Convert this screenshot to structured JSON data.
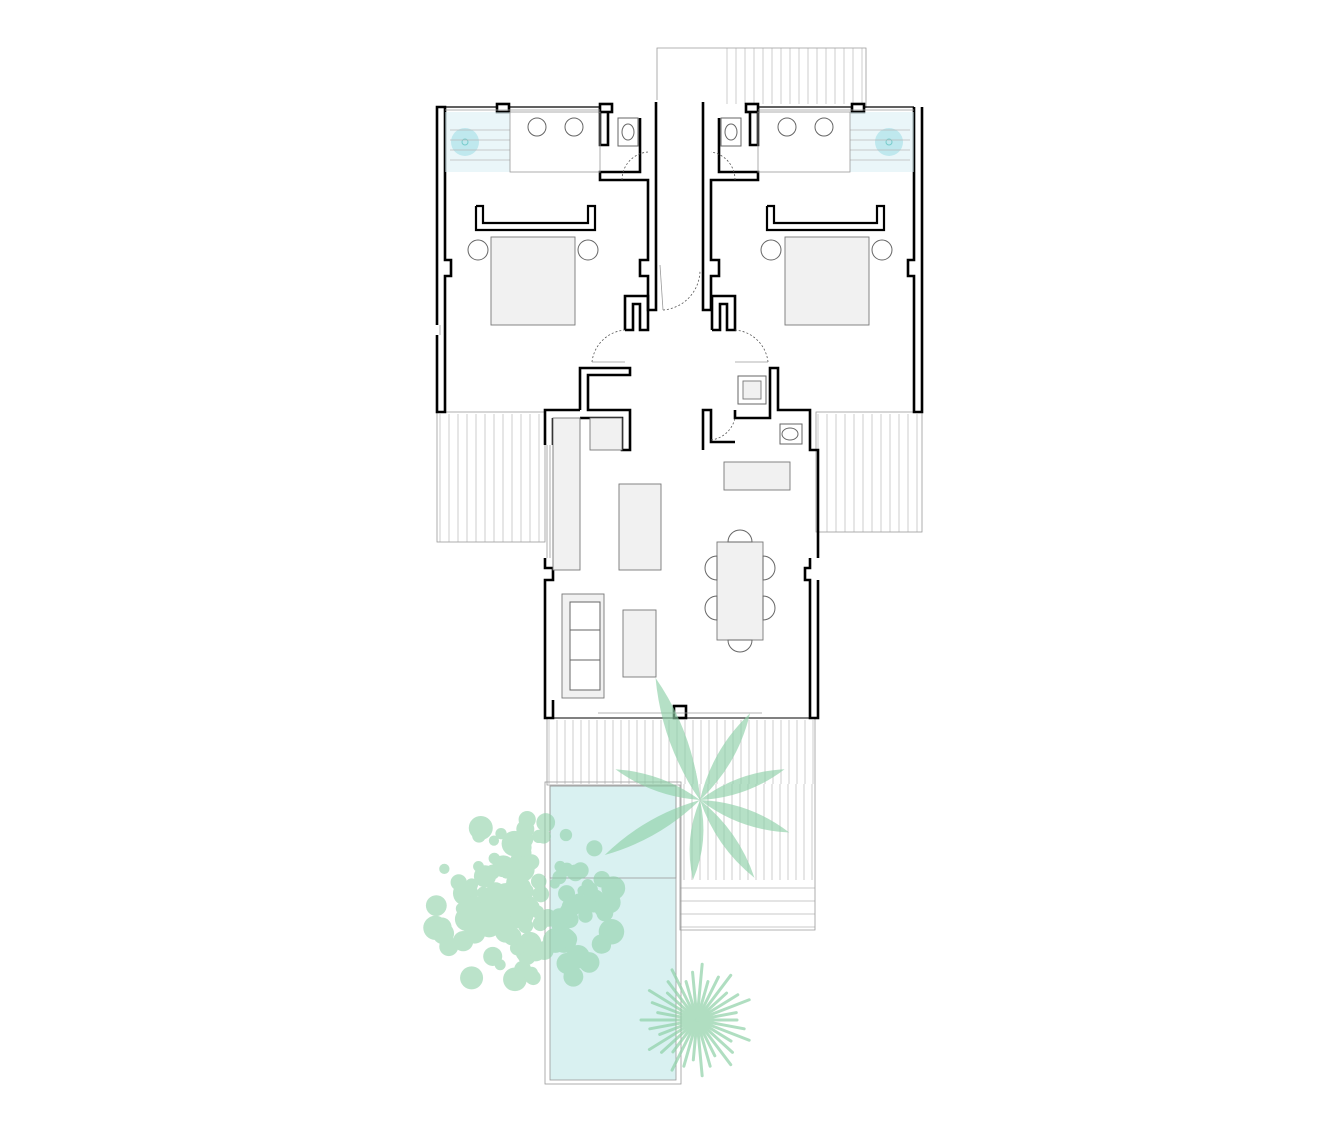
{
  "drawing": {
    "kind": "architectural floor plan",
    "colors": {
      "wall": "#000000",
      "deck_line": "#b9b9b9",
      "furniture_fill": "#f1f1f1",
      "pool_water": "#ccecec",
      "shower_tint": "#bfe8ee",
      "plant_green": "#8fd1a8"
    },
    "spaces": [
      "bedroom-left",
      "bedroom-right",
      "bathroom-left",
      "bathroom-right",
      "guest-toilet",
      "living-dining-kitchen",
      "pool",
      "decks"
    ]
  }
}
